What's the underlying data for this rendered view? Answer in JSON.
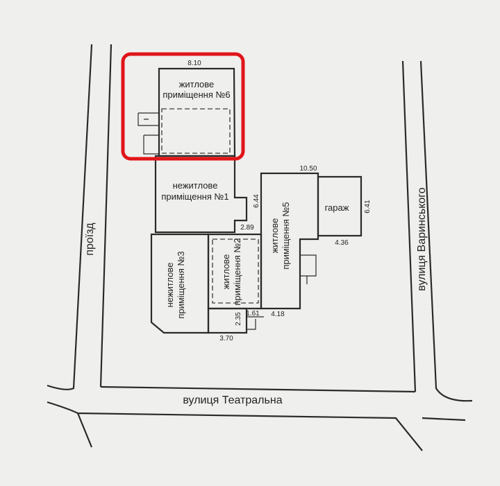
{
  "rooms": {
    "room6": [
      "житлове",
      "приміщення №6"
    ],
    "room1": [
      "нежитлове",
      "приміщення №1"
    ],
    "room3": [
      "нежитлове",
      "приміщення №3"
    ],
    "room2": [
      "житлове",
      "приміщення №2"
    ],
    "room5": [
      "житлове",
      "приміщення №5"
    ],
    "garage": "гараж"
  },
  "dimensions": {
    "d810": "8.10",
    "d1050": "10.50",
    "d644": "6.44",
    "d641": "6.41",
    "d289": "2.89",
    "d436": "4.36",
    "d418": "4.18",
    "d235": "2.35",
    "d161": "1.61",
    "d370": "3.70"
  },
  "streets": {
    "proizd": "проїзд",
    "teatralna": "вулиця Театральна",
    "varynskoho": "вулиця Варинського"
  },
  "colors": {
    "highlight": "#e0151a",
    "lines": "#2a2a2a",
    "paper": "#efefed"
  }
}
